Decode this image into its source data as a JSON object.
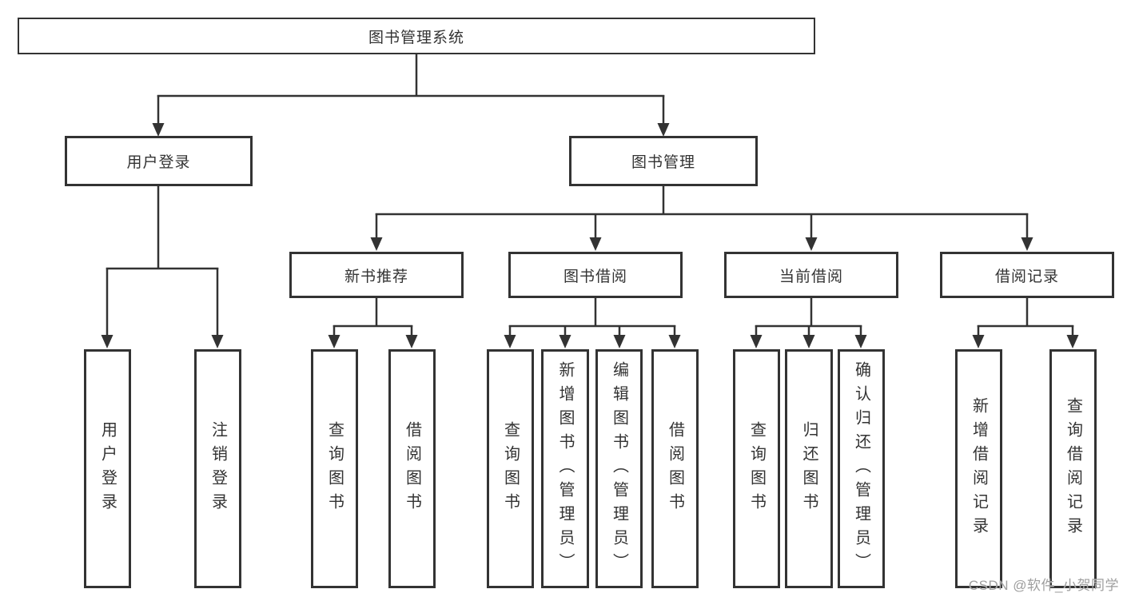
{
  "colors": {
    "line": "#333333",
    "text": "#333333",
    "watermark": "#9e9e9e",
    "bg": "#ffffff"
  },
  "tree": {
    "label": "图书管理系统",
    "children": [
      {
        "label": "用户登录",
        "children": [
          {
            "label": "用户登录"
          },
          {
            "label": "注销登录"
          }
        ]
      },
      {
        "label": "图书管理",
        "children": [
          {
            "label": "新书推荐",
            "children": [
              {
                "label": "查询图书"
              },
              {
                "label": "借阅图书"
              }
            ]
          },
          {
            "label": "图书借阅",
            "children": [
              {
                "label": "查询图书"
              },
              {
                "label": "新增图书（管理员）"
              },
              {
                "label": "编辑图书（管理员）"
              },
              {
                "label": "借阅图书"
              }
            ]
          },
          {
            "label": "当前借阅",
            "children": [
              {
                "label": "查询图书"
              },
              {
                "label": "归还图书"
              },
              {
                "label": "确认归还（管理员）"
              }
            ]
          },
          {
            "label": "借阅记录",
            "children": [
              {
                "label": "新增借阅记录"
              },
              {
                "label": "查询借阅记录"
              }
            ]
          }
        ]
      }
    ]
  },
  "watermark": {
    "text": "CSDN @软件_小贺同学"
  }
}
